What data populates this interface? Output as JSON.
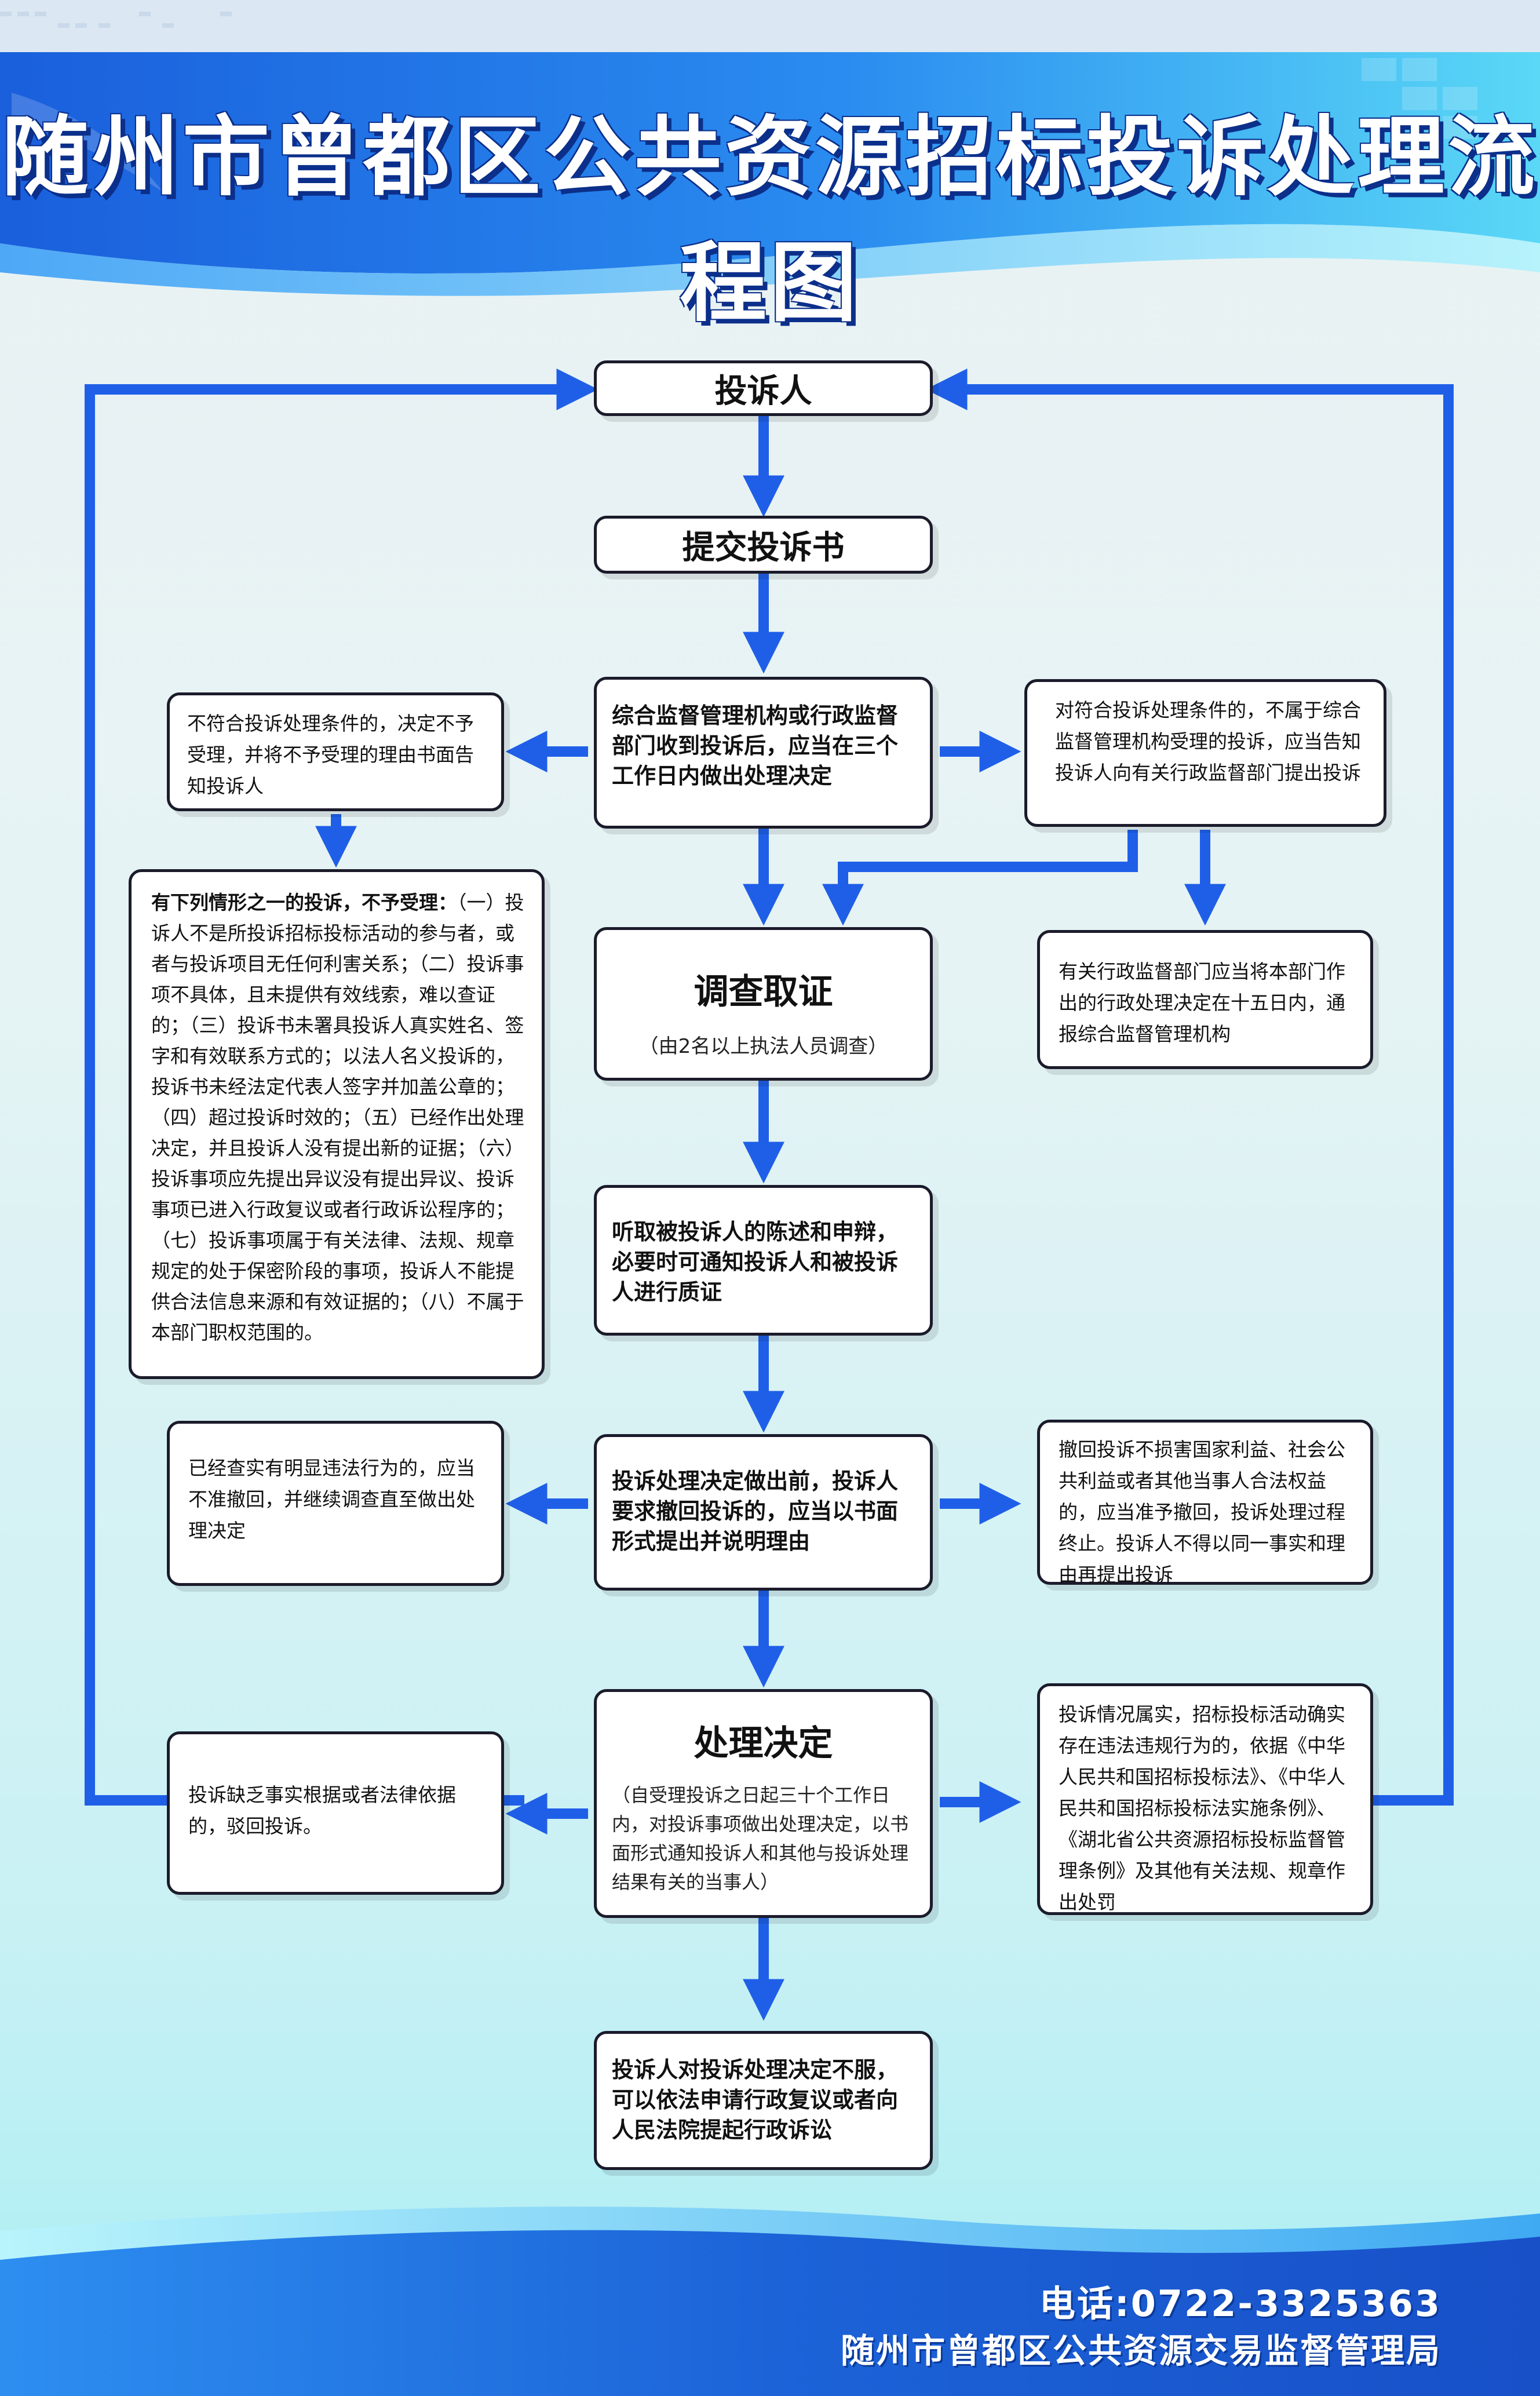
{
  "title": "随州市曾都区公共资源招标投诉处理流程图",
  "nodes": {
    "complainant": "投诉人",
    "submit": "提交投诉书",
    "receive": "综合监督管理机构或行政监督部门收到投诉后，应当在三个工作日内做出处理决定",
    "reject_left": "不符合投诉处理条件的，决定不予受理，并将不予受理的理由书面告知投诉人",
    "transfer_right": "对符合投诉处理条件的，不属于综合监督管理机构受理的投诉，应当告知投诉人向有关行政监督部门提出投诉",
    "conditions_head": "有下列情形之一的投诉，不予受理：",
    "conditions_body": "（一）投诉人不是所投诉招标投标活动的参与者，或者与投诉项目无任何利害关系；（二）投诉事项不具体，且未提供有效线索，难以查证的；（三）投诉书未署具投诉人真实姓名、签字和有效联系方式的；以法人名义投诉的，投诉书未经法定代表人签字并加盖公章的；（四）超过投诉时效的；（五）已经作出处理决定，并且投诉人没有提出新的证据；（六）投诉事项应先提出异议没有提出异议、投诉事项已进入行政复议或者行政诉讼程序的；（七）投诉事项属于有关法律、法规、规章规定的处于保密阶段的事项，投诉人不能提供合法信息来源和有效证据的；（八）不属于本部门职权范围的。",
    "investigate_title": "调查取证",
    "investigate_sub": "（由2名以上执法人员调查）",
    "report_right": "有关行政监督部门应当将本部门作出的行政处理决定在十五日内，通报综合监督管理机构",
    "hearing": "听取被投诉人的陈述和申辩，必要时可通知投诉人和被投诉人进行质证",
    "withdraw": "投诉处理决定做出前，投诉人要求撤回投诉的，应当以书面形式提出并说明理由",
    "no_withdraw": "已经查实有明显违法行为的，应当不准撤回，并继续调查直至做出处理决定",
    "allow_withdraw": "撤回投诉不损害国家利益、社会公共利益或者其他当事人合法权益的，应当准予撤回，投诉处理过程终止。投诉人不得以同一事实和理由再提出投诉",
    "decision_title": "处理决定",
    "decision_sub": "（自受理投诉之日起三十个工作日内，对投诉事项做出处理决定，以书面形式通知投诉人和其他与投诉处理结果有关的当事人）",
    "dismiss": "投诉缺乏事实根据或者法律依据的，驳回投诉。",
    "penalty": "投诉情况属实，招标投标活动确实存在违法违规行为的，依据《中华人民共和国招标投标法》、《中华人民共和国招标投标法实施条例》、《湖北省公共资源招标投标监督管理条例》及其他有关法规、规章作出处罚",
    "appeal": "投诉人对投诉处理决定不服，可以依法申请行政复议或者向人民法院提起行政诉讼"
  },
  "footer": {
    "phone": "电话:0722-3325363",
    "org": "随州市曾都区公共资源交易监督管理局"
  },
  "colors": {
    "arrow": "#1f5fe8",
    "header": "#1a63e0",
    "border": "#1b1b2b"
  }
}
